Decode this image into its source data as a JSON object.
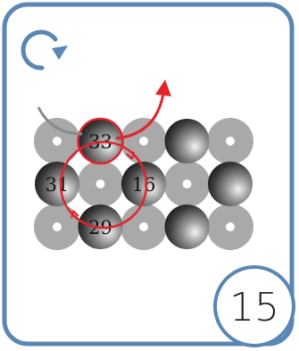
{
  "card": {
    "rotate_icon": "rotate-clockwise-icon",
    "corner_number": "15",
    "colors": {
      "frame": "#5a86b4",
      "arrow": "#e3222a",
      "gray_disc": "#a9a9a9",
      "ball_dark": "#2a2a2a",
      "ball_light": "#e9e9e9"
    }
  },
  "grid": {
    "rows": 3,
    "cols": 5,
    "numbered_balls": [
      {
        "label": "33",
        "row": 0,
        "col": 1,
        "highlight": true
      },
      {
        "label": "31",
        "row": 1,
        "col": 0
      },
      {
        "label": "16",
        "row": 1,
        "col": 2
      },
      {
        "label": "29",
        "row": 2,
        "col": 1
      }
    ],
    "blank_balls": [
      {
        "row": 0,
        "col": 3
      },
      {
        "row": 1,
        "col": 4
      },
      {
        "row": 2,
        "col": 3
      }
    ],
    "gray_discs": [
      {
        "row": 0,
        "col": 0
      },
      {
        "row": 0,
        "col": 2
      },
      {
        "row": 0,
        "col": 4
      },
      {
        "row": 1,
        "col": 1
      },
      {
        "row": 1,
        "col": 3
      },
      {
        "row": 2,
        "col": 0
      },
      {
        "row": 2,
        "col": 2
      },
      {
        "row": 2,
        "col": 4
      }
    ]
  }
}
